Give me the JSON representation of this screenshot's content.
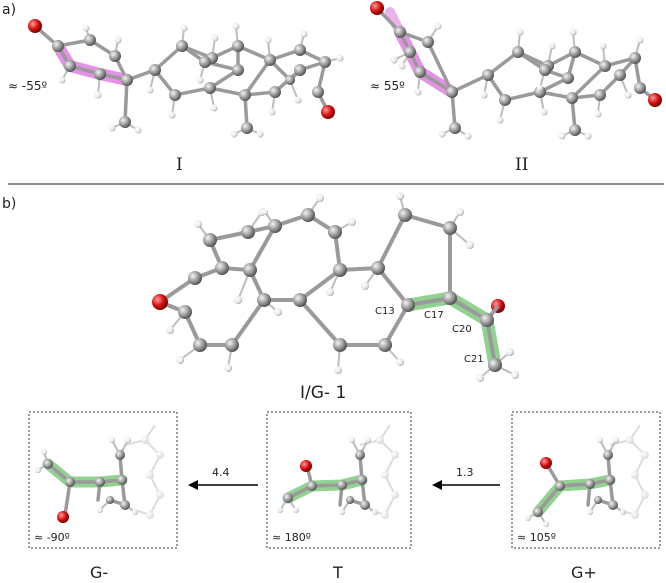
{
  "panel_a": {
    "label": "a)",
    "molecule_I": {
      "caption": "I",
      "angle": "≈ -55º"
    },
    "molecule_II": {
      "caption": "II",
      "angle": "≈ 55º"
    }
  },
  "panel_b": {
    "label": "b)",
    "main_molecule": {
      "caption": "I/G- 1",
      "atom_labels": {
        "c13": "C13",
        "c17": "C17",
        "c20": "C20",
        "c21": "C21"
      }
    },
    "conformers": [
      {
        "name": "G-",
        "angle": "≈ -90º"
      },
      {
        "name": "T",
        "angle": "≈ 180º"
      },
      {
        "name": "G+",
        "angle": "≈ 105º"
      }
    ],
    "arrows": {
      "t_to_gminus": "4.4",
      "gplus_to_t": "1.3"
    }
  },
  "colors": {
    "carbon": "#8c8c8c",
    "oxygen": "#d10f0f",
    "hydrogen": "#f2f2f2",
    "highlight_pink": "#e07ee0",
    "highlight_green": "#6cc36c"
  }
}
